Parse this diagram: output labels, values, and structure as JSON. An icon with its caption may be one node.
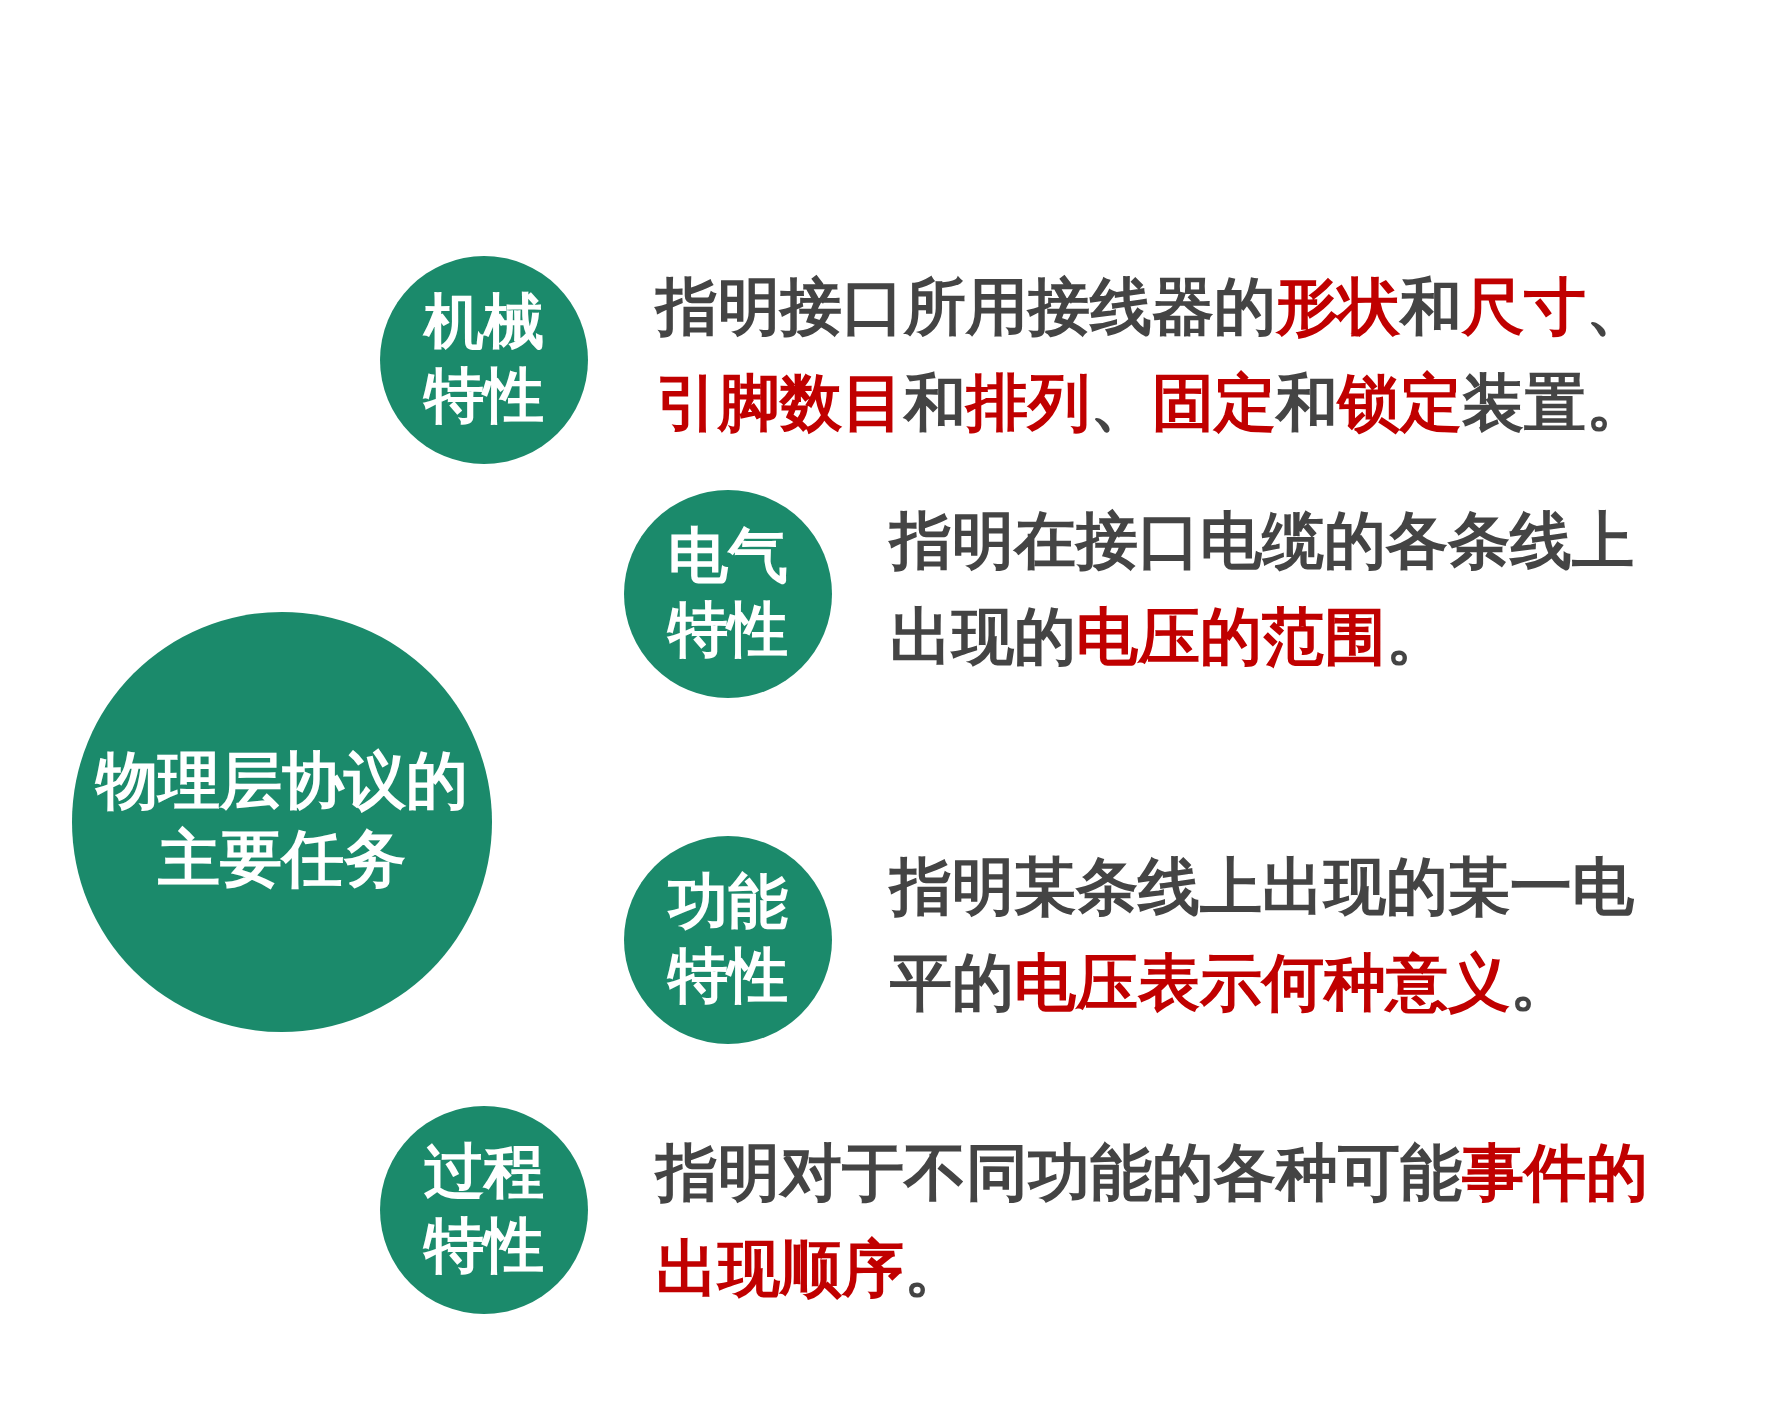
{
  "diagram": {
    "nodes": [
      {
        "text": [
          "物理层协议的主要任务"
        ]
      },
      {
        "text": [
          "机械特性"
        ],
        "beside": [
          "指明接口所用接线器的**形状**和**尺寸**、**引脚数目**和**排列**、**固定**和**锁定**装置。"
        ]
      },
      {
        "text": [
          "电气特性"
        ],
        "beside": [
          "指明在接口电缆的各条线上出现的**电压的范围**。"
        ]
      },
      {
        "text": [
          "功能特性"
        ],
        "beside": [
          "指明某条线上出现的某一电平的**电压表示何种意义**。"
        ]
      },
      {
        "text": [
          "过程特性"
        ],
        "beside": [
          "指明对于不同功能的各种可能**事件的出现顺序**。"
        ]
      }
    ]
  }
}
